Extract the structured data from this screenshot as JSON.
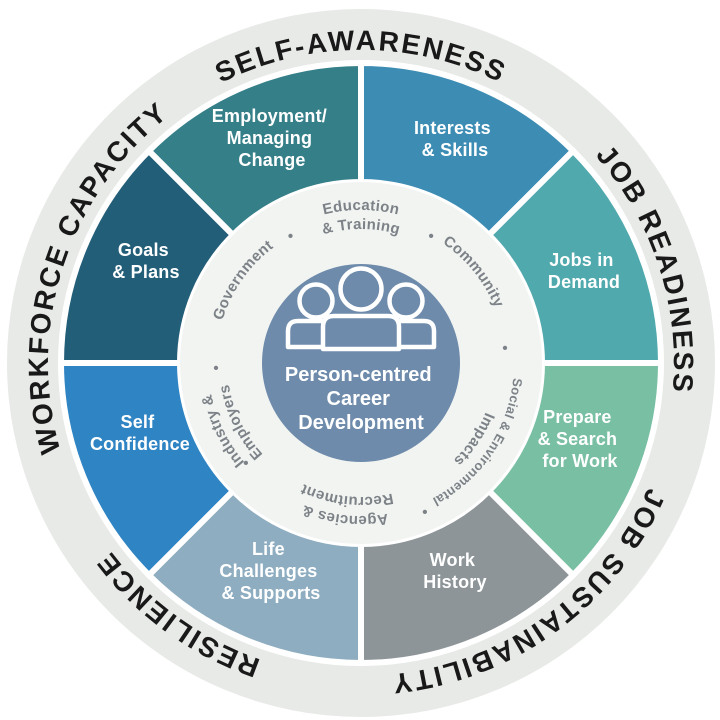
{
  "diagram": {
    "title": "Person-centred Career Development",
    "center": {
      "icon": "people-icon",
      "lines": [
        "Person-centred",
        "Career",
        "Development"
      ]
    },
    "outer_labels": [
      {
        "id": "self-awareness",
        "text": "SELF-AWARENESS"
      },
      {
        "id": "job-readiness",
        "text": "JOB READINESS"
      },
      {
        "id": "job-sustainability",
        "text": "JOB SUSTAINABILITY"
      },
      {
        "id": "resilience",
        "text": "RESILIENCE"
      },
      {
        "id": "workforce-capacity",
        "text": "WORKFORCE CAPACITY"
      }
    ],
    "segments": [
      {
        "name": "interests-skills",
        "color": "#3c8cb4",
        "lines": [
          "Interests",
          "& Skills"
        ]
      },
      {
        "name": "jobs-in-demand",
        "color": "#50a9ad",
        "lines": [
          "Jobs in",
          "Demand"
        ]
      },
      {
        "name": "prepare-search-for-work",
        "color": "#79bfa3",
        "lines": [
          "Prepare",
          "& Search",
          "for Work"
        ]
      },
      {
        "name": "work-history",
        "color": "#8d9598",
        "lines": [
          "Work",
          "History"
        ]
      },
      {
        "name": "life-challenges-supports",
        "color": "#8eadc0",
        "lines": [
          "Life",
          "Challenges",
          "& Supports"
        ]
      },
      {
        "name": "self-confidence",
        "color": "#2f84c4",
        "lines": [
          "Self",
          "Confidence"
        ]
      },
      {
        "name": "goals-plans",
        "color": "#235e78",
        "lines": [
          "Goals",
          "& Plans"
        ]
      },
      {
        "name": "employment-managing-change",
        "color": "#357f89",
        "lines": [
          "Employment/",
          "Managing",
          "Change"
        ]
      }
    ],
    "inner_labels": [
      {
        "name": "government",
        "lines": [
          "Government"
        ]
      },
      {
        "name": "education-training",
        "lines": [
          "Education",
          "& Training"
        ]
      },
      {
        "name": "community",
        "lines": [
          "Community"
        ]
      },
      {
        "name": "social-environmental-impacts",
        "lines": [
          "Social & Environmental",
          "Impacts"
        ]
      },
      {
        "name": "agencies-recruitment",
        "lines": [
          "Agencies &",
          "Recruitment"
        ]
      },
      {
        "name": "industry-employers",
        "lines": [
          "Industry &",
          "Employers"
        ]
      }
    ],
    "separator": "•",
    "colors": {
      "background": "#ffffff",
      "outer_ring": "#e7eae6",
      "inner_ring": "#f2f4f2",
      "center_circle": "#6e8bab",
      "outer_text": "#191919",
      "inner_text": "#7c8287",
      "segment_text": "#ffffff",
      "divider": "#ffffff",
      "icon_stroke": "#ffffff"
    }
  }
}
